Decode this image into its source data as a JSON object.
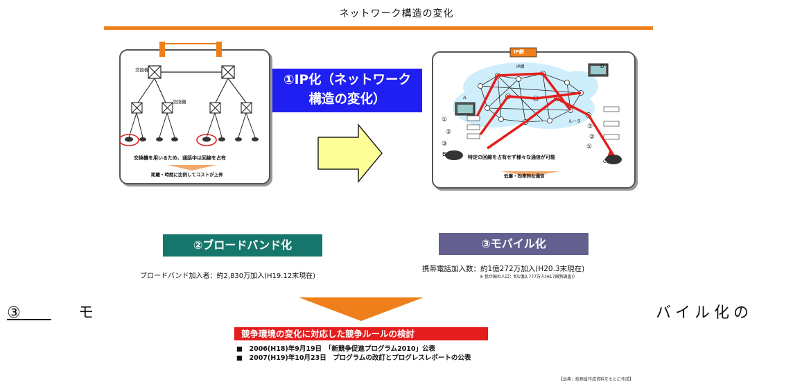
{
  "title": "ネットワーク構造の変化",
  "left_panel": {
    "switch_label_top": "交換機",
    "switch_label_mid": "交換機",
    "desc": "交換機を用いるため、通話中は回線を占有",
    "result": "距離・時間に比例してコストが上昇"
  },
  "ip_label": {
    "line1": "①IP化（ネットワーク",
    "line2": "構造の変化）"
  },
  "right_panel": {
    "tag": "IP網",
    "cloud_label": "IP網",
    "node_a": "A",
    "node_b": "B",
    "node_c": "C",
    "node_d": "D",
    "router": "ルータ",
    "left_nums": [
      "①",
      "②",
      "③"
    ],
    "right_nums": [
      "③",
      "②",
      "①"
    ],
    "desc": "特定の回線を占有せず様々な通信が可能",
    "result": "低廉・効率的な通信"
  },
  "broadband": {
    "label": "②ブロードバンド化",
    "caption": "ブロードバンド加入者：約2,830万加入(H19.12末現在)"
  },
  "mobile": {
    "label": "③モバイル化",
    "caption": "携帯電話加入数：約1億272万加入(H20.3末現在)",
    "note": "※ 我が国の人口：約1億2,777万人(H17国勢調査)）"
  },
  "overlay": {
    "num": "③",
    "mo": "モ",
    "tail": "バイル化の"
  },
  "banner": "競争環境の変化に対応した競争ルールの検討",
  "bullets": [
    "■　2006(H18)年9月19日　「新競争促進プログラム2010」公表",
    "■　2007(H19)年10月23日　プログラムの改訂とプログレスレポートの公表"
  ],
  "source": "【出典：総務省作成資料をもとに作成】"
}
